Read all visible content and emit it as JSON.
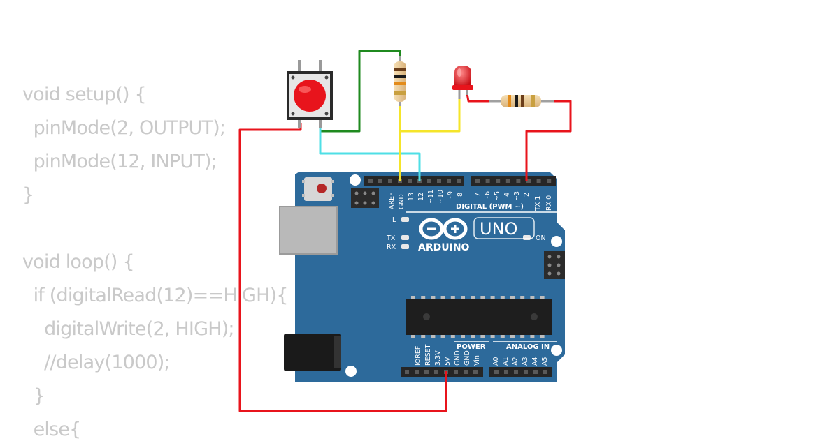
{
  "code": {
    "lines": [
      "void setup() {",
      "  pinMode(2, OUTPUT);",
      "  pinMode(12, INPUT);",
      "}",
      "",
      "void loop() {",
      "  if (digitalRead(12)==HIGH){",
      "    digitalWrite(2, HIGH);",
      "    //delay(1000);",
      "  }",
      "  else{"
    ]
  },
  "board": {
    "brand": "ARDUINO",
    "model": "UNO",
    "color": "#2d6a9b",
    "labels": {
      "aref": "AREF",
      "gnd": "GND",
      "d13": "13",
      "d12": "12",
      "d11": "~11",
      "d10": "~10",
      "d9": "~9",
      "d8": "8",
      "d7": "7",
      "d6": "~6",
      "d5": "~5",
      "d4": "4",
      "d3": "~3",
      "d2": "2",
      "d1": "TX 1",
      "d0": "RX 0",
      "digital_header": "DIGITAL (PWM ~)",
      "led_l": "L",
      "led_tx": "TX",
      "led_rx": "RX",
      "led_on": "ON",
      "ioref": "IOREF",
      "reset": "RESET",
      "v33": "3.3V",
      "v5": "5V",
      "pgnd1": "GND",
      "pgnd2": "GND",
      "vin": "Vin",
      "power_header": "POWER",
      "a0": "A0",
      "a1": "A1",
      "a2": "A2",
      "a3": "A3",
      "a4": "A4",
      "a5": "A5",
      "analog_header": "ANALOG IN"
    }
  },
  "wires": {
    "red": "#e8141c",
    "green": "#1f8a1f",
    "cyan": "#4fdfe6",
    "yellow": "#f5e52a"
  },
  "components": {
    "button_color": "#e8141c",
    "led_color": "#e8141c"
  }
}
